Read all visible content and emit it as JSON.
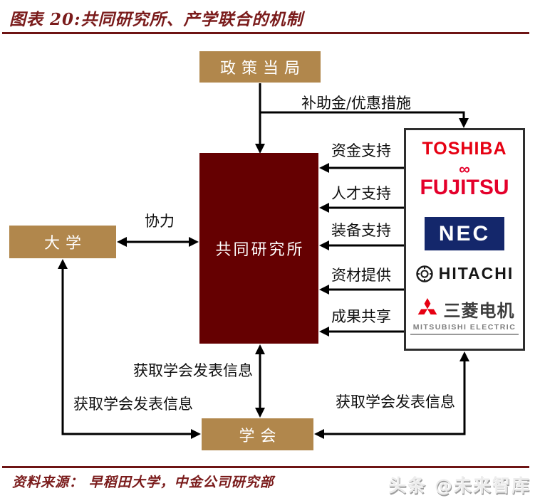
{
  "title": "图表 20:共同研究所、产学联合的机制",
  "nodes": {
    "policy": "政策当局",
    "institute": "共同研究所",
    "university": "大学",
    "society": "学会"
  },
  "edge_labels": {
    "subsidy": "补助金/优惠措施",
    "funding": "资金支持",
    "talent": "人才支持",
    "equipment": "装备支持",
    "materials": "资材提供",
    "results": "成果共享",
    "cooperation": "协力",
    "society_info_mid": "获取学会发表信息",
    "society_info_left": "获取学会发表信息",
    "society_info_right": "获取学会发表信息"
  },
  "companies": [
    {
      "name": "TOSHIBA"
    },
    {
      "name": "FUJITSU"
    },
    {
      "name": "NEC"
    },
    {
      "name": "HITACHI"
    },
    {
      "name": "三菱电机",
      "subtext": "MITSUBISHI ELECTRIC"
    }
  ],
  "source": "资料来源： 早稻田大学，中金公司研究部",
  "watermark": "头条 @未来智库",
  "colors": {
    "title_red": "#7A1B1B",
    "rule_red": "#6E1414",
    "node_tan": "#B1874C",
    "institute_dark_red": "#650001",
    "arrow_black": "#000000",
    "toshiba_red": "#E60012",
    "fujitsu_red": "#E4002B",
    "nec_navy": "#14276B",
    "hitachi_black": "#161616",
    "mitsubishi_red": "#E60012"
  }
}
